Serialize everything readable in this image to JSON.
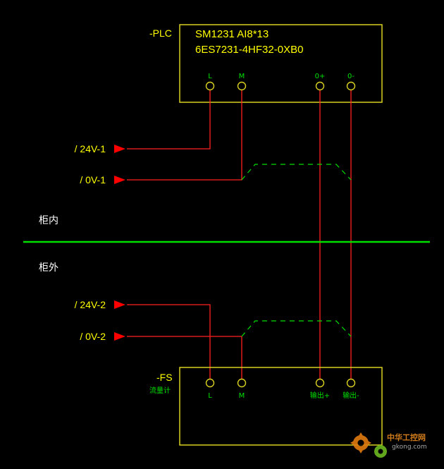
{
  "plc": {
    "tag": "-PLC",
    "model": "SM1231 AI8*13",
    "order_no": "6ES7231-4HF32-0XB0",
    "terminals": [
      "L",
      "M",
      "0+",
      "0-"
    ]
  },
  "sensor": {
    "tag": "-FS",
    "name": "流量计",
    "terminals": [
      "L",
      "M",
      "输出+",
      "输出-"
    ]
  },
  "signals": {
    "s24v1": "/ 24V-1",
    "s0v1": "/ 0V-1",
    "s24v2": "/ 24V-2",
    "s0v2": "/ 0V-2"
  },
  "zones": {
    "inside": "柜内",
    "outside": "柜外"
  },
  "watermark": {
    "title": "中华工控网",
    "url": "gkong.com"
  },
  "colors": {
    "box": "#d8d020",
    "wire": "#ff2020",
    "arrow": "#ff0000",
    "divider": "#00dd00",
    "terminal_label": "#00e000",
    "text": "#ffff00"
  }
}
